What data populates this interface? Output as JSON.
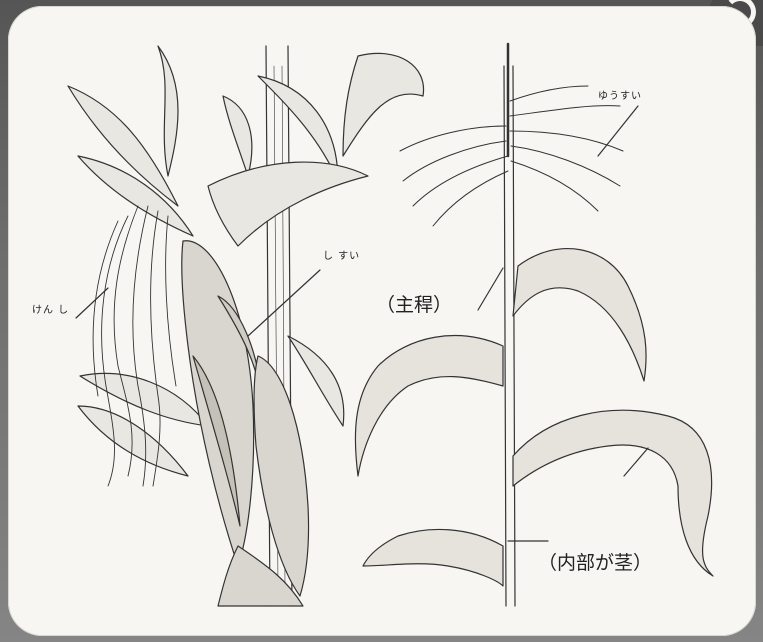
{
  "labels": {
    "kenshi": "けん し",
    "shisui": "し すい",
    "yuusui": "ゆうすい",
    "main_stem": "（主稈）",
    "inner_stem": "（内部が茎）"
  }
}
